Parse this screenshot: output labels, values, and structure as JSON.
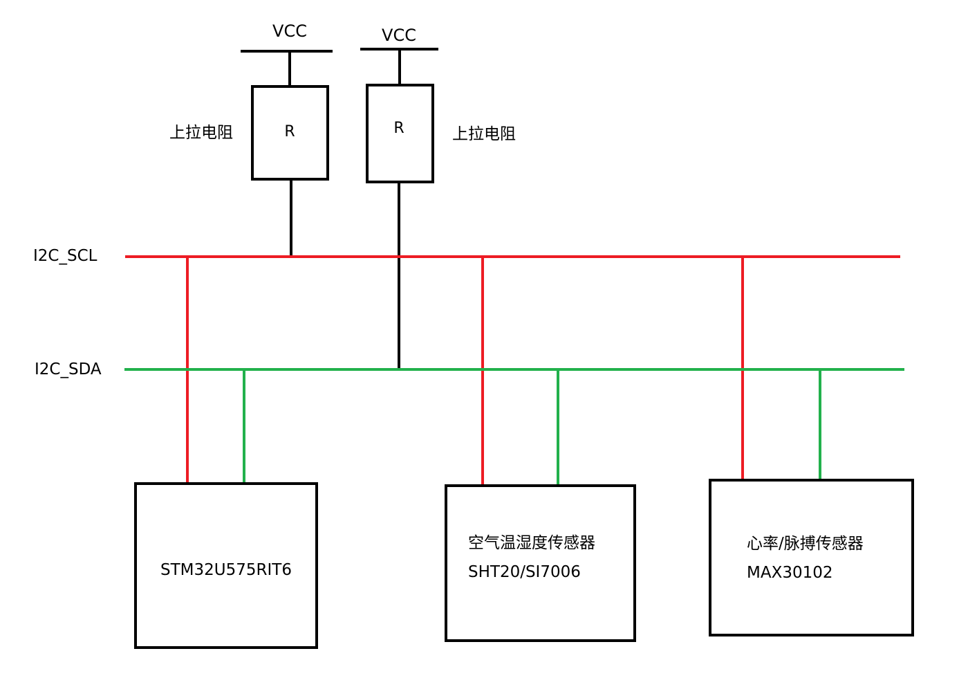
{
  "colors": {
    "scl": "#ED1C24",
    "sda": "#22B14C",
    "line": "#000000",
    "background": "#FFFFFF"
  },
  "power": {
    "vcc_left": "VCC",
    "vcc_right": "VCC"
  },
  "resistors": {
    "left_symbol": "R",
    "right_symbol": "R",
    "left_caption": "上拉电阻",
    "right_caption": "上拉电阻"
  },
  "buses": {
    "scl_label": "I2C_SCL",
    "sda_label": "I2C_SDA"
  },
  "devices": [
    {
      "line1": "STM32U575RIT6",
      "line2": ""
    },
    {
      "line1": "空气温湿度传感器",
      "line2": "SHT20/SI7006"
    },
    {
      "line1": "心率/脉搏传感器",
      "line2": "MAX30102"
    }
  ]
}
